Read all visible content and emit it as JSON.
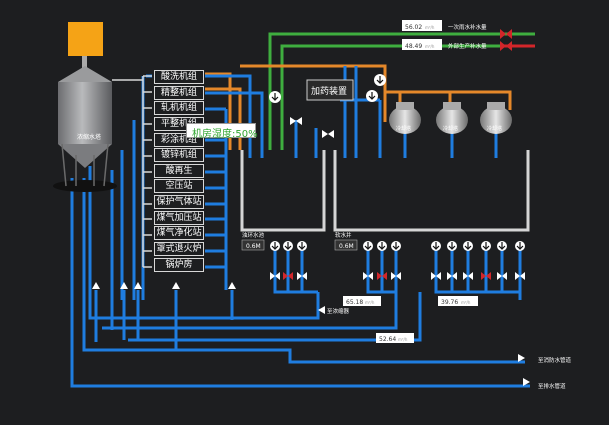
{
  "tower_label": "浓缩水塔",
  "humidity_tag": "机房湿度:50%",
  "dosing_device": "加药装置",
  "tanks": [
    "冷却塔",
    "冷却塔",
    "冷却塔"
  ],
  "pool_left": {
    "name": "浊环水池",
    "level": "0.6M"
  },
  "pool_right": {
    "name": "软水井",
    "level": "0.6M"
  },
  "stations": [
    "酸洗机组",
    "精整机组",
    "轧机机组",
    "平整机组",
    "彩涂机组",
    "镀锌机组",
    "酸再生",
    "空压站",
    "保护气体站",
    "煤气加压站",
    "煤气净化站",
    "罩式退火炉",
    "锅炉房"
  ],
  "readings": {
    "top1": {
      "value": "56.02",
      "unit": "m³/h",
      "label": "一次雨水补水量"
    },
    "top2": {
      "value": "48.49",
      "unit": "m³/h",
      "label": "外部生产补水量"
    },
    "r1": {
      "value": "65.18",
      "unit": "m³/h",
      "label": "至浓缩器"
    },
    "r2": {
      "value": "39.76",
      "unit": "m³/h"
    },
    "r3": {
      "value": "52.64",
      "unit": "m³/h"
    }
  },
  "outlets": {
    "o1": "至消防水管道",
    "o2": "至排水管道"
  },
  "colors": {
    "pipe_blue": "#1f7de0",
    "pipe_green": "#3fae3f",
    "pipe_orange": "#e5882a",
    "valve_red": "#d3262a",
    "tower_top": "#f5a316",
    "text": "#ffffff"
  }
}
